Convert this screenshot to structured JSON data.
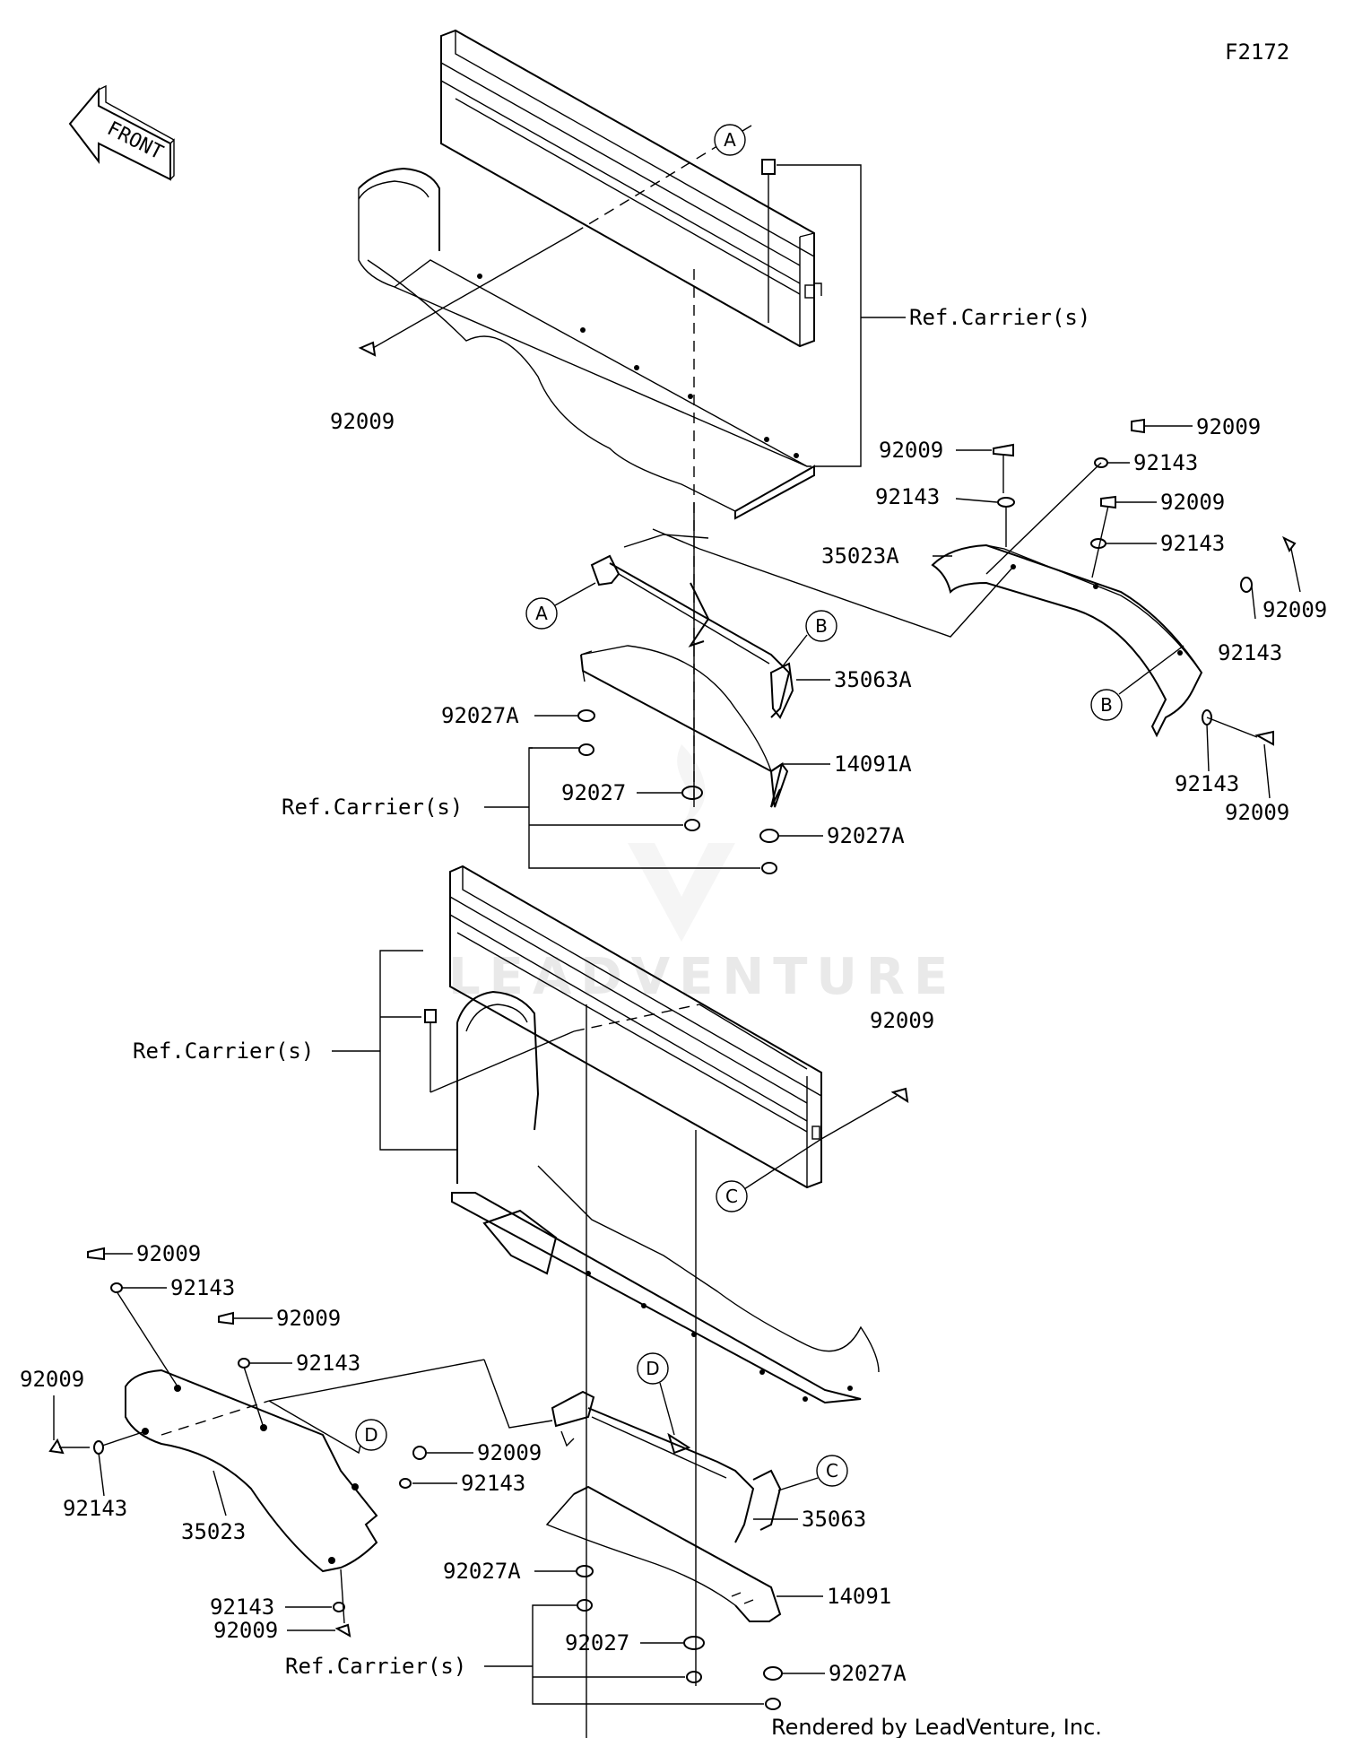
{
  "figure_code": "F2172",
  "front_label": "FRONT",
  "watermark": "LEADVENTURE",
  "footer": "Rendered by LeadVenture, Inc.",
  "ref_markers": [
    "A",
    "B",
    "C",
    "D"
  ],
  "labels": {
    "p92009_a": "92009",
    "ref_carrier_top": "Ref.Carrier(s)",
    "p92009_b": "92009",
    "p92143_b": "92143",
    "p92009_c": "92009",
    "p92143_c": "92143",
    "p92009_d": "92009",
    "p92143_d": "92143",
    "p35023A": "35023A",
    "p92009_e": "92009",
    "p92143_e": "92143",
    "p35063A": "35063A",
    "p92027A_a": "92027A",
    "p14091A": "14091A",
    "ref_carrier_mid": "Ref.Carrier(s)",
    "p92027_a": "92027",
    "p92027A_b": "92027A",
    "p92143_f": "92143",
    "p92009_f": "92009",
    "p92009_g": "92009",
    "ref_carrier_low": "Ref.Carrier(s)",
    "p92009_h": "92009",
    "p92143_h": "92143",
    "p92009_i": "92009",
    "p92143_i": "92143",
    "p92009_j": "92009",
    "p92143_j": "92143",
    "p35023": "35023",
    "p92009_k": "92009",
    "p92143_k": "92143",
    "p92143_l": "92143",
    "p92009_l": "92009",
    "p35063": "35063",
    "p92027A_c": "92027A",
    "p14091": "14091",
    "p92027_b": "92027",
    "p92027A_d": "92027A",
    "ref_carrier_bottom": "Ref.Carrier(s)"
  }
}
